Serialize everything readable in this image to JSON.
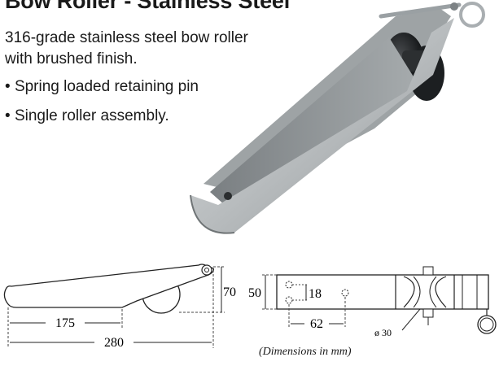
{
  "title": "Bow Roller - Stainless Steel",
  "description": "316-grade stainless steel bow roller with brushed finish.",
  "bullets": [
    "Spring loaded retaining pin",
    "Single roller assembly."
  ],
  "side_view": {
    "dim_length": "280",
    "dim_offset": "175",
    "dim_height": "70"
  },
  "top_view": {
    "dim_width": "50",
    "dim_hole_gap": "18",
    "dim_hole_to_hole": "62",
    "dim_roller_dia": "ø 30"
  },
  "caption": "(Dimensions in mm)"
}
